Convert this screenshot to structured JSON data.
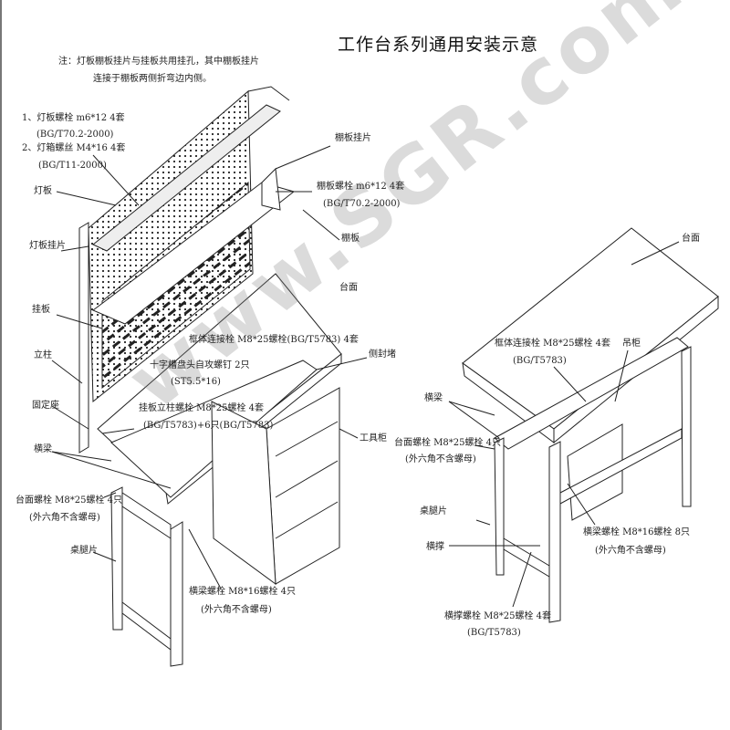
{
  "title": "工作台系列通用安装示意",
  "watermark": "www.SGR.com.cn",
  "note": {
    "line1": "注：灯板棚板挂片与挂板共用挂孔，其中棚板挂片",
    "line2": "连接于棚板两侧折弯边内侧。"
  },
  "left_labels": {
    "lamp_bolt": "1、灯板螺栓 m6*12  4套",
    "lamp_bolt_std": "(BG/T70.2-2000)",
    "lamp_screw": "2、灯箱螺丝 M4*16 4套",
    "lamp_screw_std": "(BG/T11-2000)",
    "shelf_hanger": "棚板挂片",
    "shelf_bolt": "棚板螺栓 m6*12  4套",
    "shelf_bolt_std": "(BG/T70.2-2000)",
    "lamp_panel": "灯板",
    "lamp_hanger": "灯板挂片",
    "shelf": "棚板",
    "top": "台面",
    "hang_panel": "挂板",
    "frame_bolt": "框体连接栓 M8*25螺栓(BG/T5783)  4套",
    "side_cap": "侧封堵",
    "post": "立柱",
    "self_tap": "十字槽盘头自攻螺钉 2只",
    "self_tap_std": "(ST5.5*16)",
    "base": "固定座",
    "post_bolt": "挂板立柱螺栓 M8*25螺栓  4套",
    "post_bolt_std": "(BG/T5783)+6只(BG/T5783)",
    "tool_cabinet": "工具柜",
    "beam": "横梁",
    "top_bolt": "台面螺栓 M8*25螺栓  4只",
    "top_bolt_note": "(外六角不含螺母)",
    "leg": "桌腿片",
    "beam_bolt": "横梁螺栓 M8*16螺栓  4只",
    "beam_bolt_note": "(外六角不含螺母)"
  },
  "right_labels": {
    "top": "台面",
    "frame_bolt": "框体连接栓 M8*25螺栓  4套",
    "frame_bolt_std": "(BG/T5783)",
    "hanging_cabinet": "吊柜",
    "beam": "横梁",
    "top_bolt": "台面螺栓 M8*25螺栓  4只",
    "top_bolt_note": "(外六角不含螺母)",
    "leg": "桌腿片",
    "brace": "横撑",
    "beam_bolt": "横梁螺栓 M8*16螺栓  8只",
    "beam_bolt_note": "(外六角不含螺母)",
    "brace_bolt": "横撑螺栓 M8*25螺栓  4套",
    "brace_bolt_std": "(BG/T5783)"
  }
}
